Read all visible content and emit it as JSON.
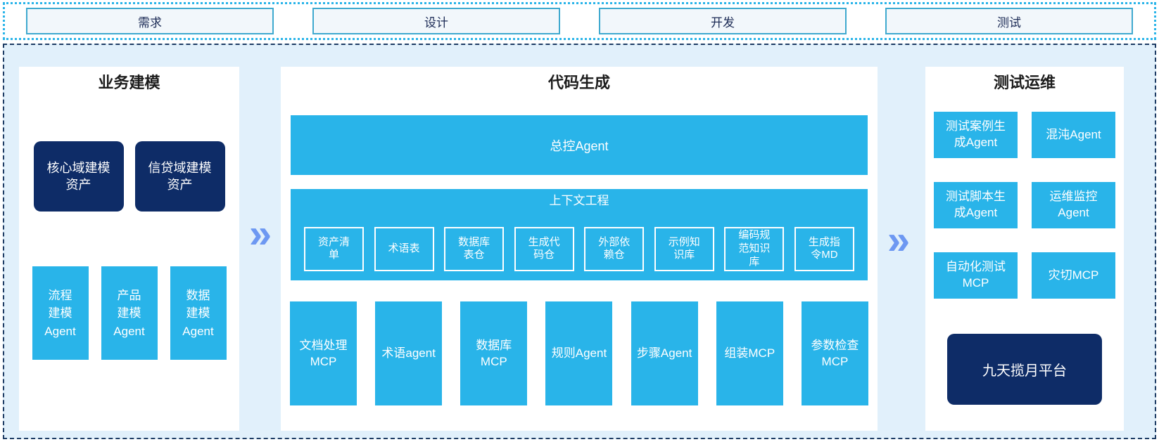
{
  "stages": [
    "需求",
    "设计",
    "开发",
    "测试"
  ],
  "arrow": "»",
  "sections": {
    "business_modeling": {
      "title": "业务建模",
      "assets": [
        "核心域建模\n资产",
        "信贷域建模\n资产"
      ],
      "agents": [
        "流程\n建模\nAgent",
        "产品\n建模\nAgent",
        "数据\n建模\nAgent"
      ]
    },
    "code_generation": {
      "title": "代码生成",
      "master_agent": "总控Agent",
      "context_engineering": {
        "title": "上下文工程",
        "items": [
          "资产清\n单",
          "术语表",
          "数据库\n表仓",
          "生成代\n码仓",
          "外部依\n赖仓",
          "示例知\n识库",
          "编码规\n范知识\n库",
          "生成指\n令MD"
        ]
      },
      "tools": [
        "文档处理\nMCP",
        "术语agent",
        "数据库\nMCP",
        "规则Agent",
        "步骤Agent",
        "组装MCP",
        "参数检查\nMCP"
      ]
    },
    "test_ops": {
      "title": "测试运维",
      "boxes": [
        "测试案例生\n成Agent",
        "混沌Agent",
        "测试脚本生\n成Agent",
        "运维监控\nAgent",
        "自动化测试\nMCP",
        "灾切MCP"
      ],
      "platform": "九天揽月平台"
    }
  },
  "colors": {
    "cyan": "#29B4E9",
    "navy": "#0E2C67",
    "arrow_blue": "#6D98F2",
    "board_bg": "#E1F0FB",
    "panel_bg": "#FFFFFF",
    "stage_bg": "#F2F7FB",
    "stage_border": "#3FA9CF",
    "dotted_border": "#29B4E9",
    "dashed_border": "#1E3C64",
    "title_text": "#1C1C1C",
    "stage_text": "#1B2A55"
  }
}
